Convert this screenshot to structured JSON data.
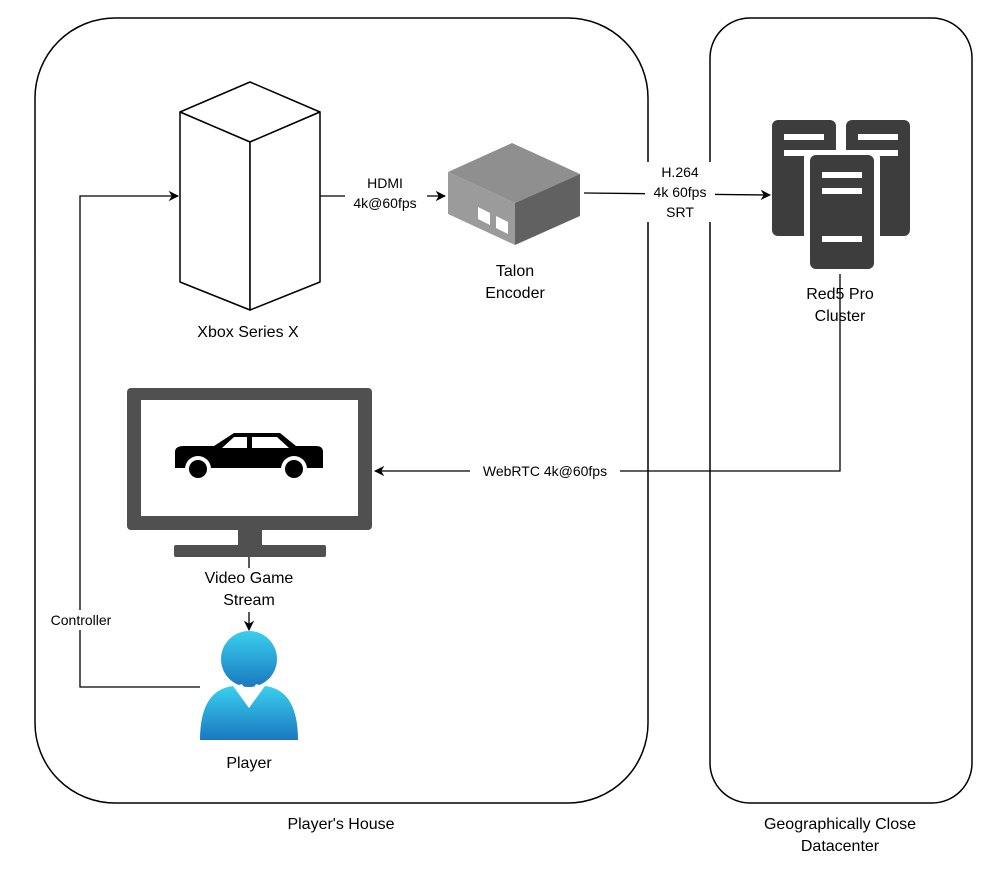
{
  "containers": {
    "house_label": "Player's House",
    "datacenter_label_line1": "Geographically Close",
    "datacenter_label_line2": "Datacenter"
  },
  "nodes": {
    "xbox": {
      "label": "Xbox Series X",
      "icon": "xbox-console-icon"
    },
    "encoder": {
      "label_line1": "Talon",
      "label_line2": "Encoder",
      "icon": "encoder-box-icon"
    },
    "cluster": {
      "label_line1": "Red5 Pro",
      "label_line2": "Cluster",
      "icon": "server-cluster-icon"
    },
    "monitor": {
      "label_line1": "Video Game",
      "label_line2": "Stream",
      "icon": "monitor-car-icon"
    },
    "player": {
      "label": "Player",
      "icon": "user-icon"
    }
  },
  "edges": {
    "hdmi_line1": "HDMI",
    "hdmi_line2": "4k@60fps",
    "srt_line1": "H.264",
    "srt_line2": "4k 60fps",
    "srt_line3": "SRT",
    "webrtc": "WebRTC 4k@60fps",
    "controller": "Controller"
  },
  "colors": {
    "stroke": "#000000",
    "server_gray": "#3d3d3d",
    "monitor_gray": "#505050",
    "encoder_top": "#8a8a8a",
    "encoder_side": "#666666",
    "user_blue_light": "#32c8e8",
    "user_blue_dark": "#1b7fc4"
  }
}
